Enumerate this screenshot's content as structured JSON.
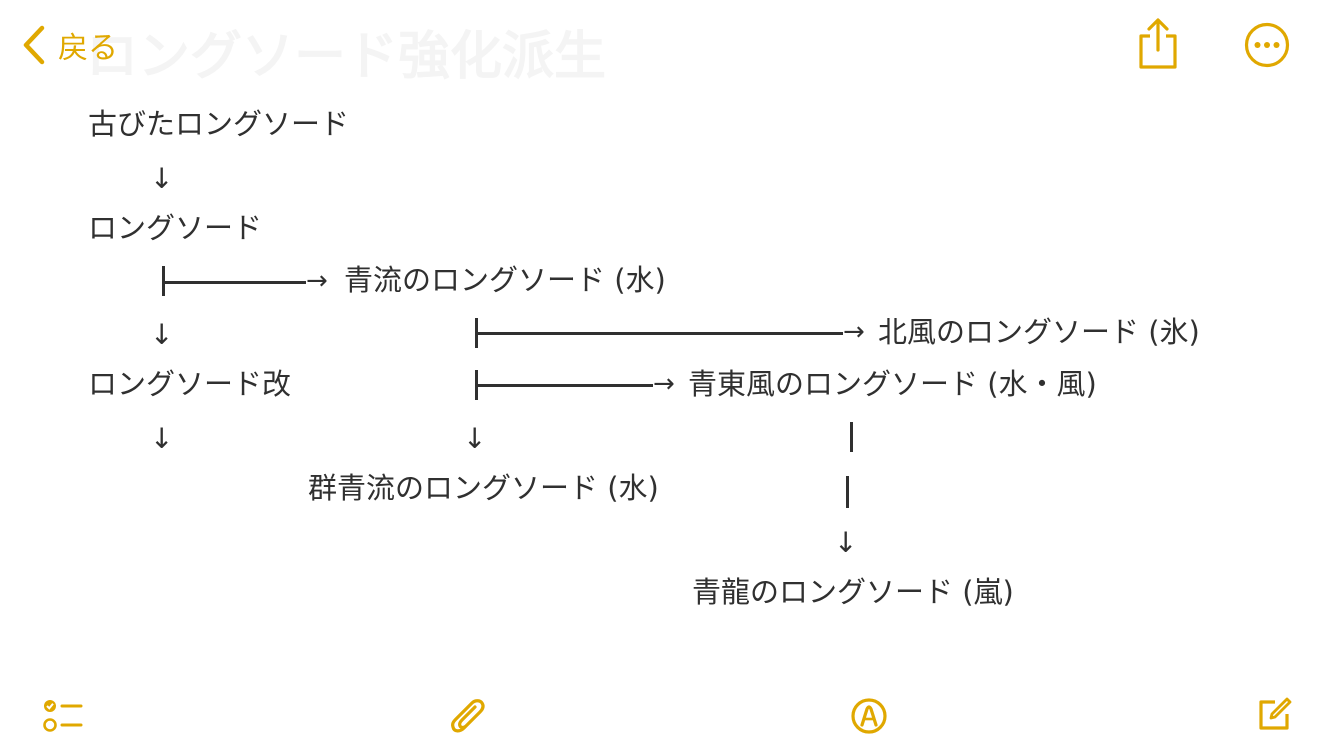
{
  "nav": {
    "back_label": "戻る",
    "ghost_title": "ロングソード強化派生"
  },
  "note": {
    "line1": "古びたロングソード",
    "line2": "ロングソード",
    "branch_water": "青流のロングソード (水)",
    "branch_ice": "北風のロングソード (氷)",
    "line3": "ロングソード改",
    "branch_water_wind": "青東風のロングソード (水・風)",
    "branch_deep_water": "群青流のロングソード (水)",
    "branch_storm": "青龍のロングソード (嵐)",
    "down_arrow": "↓"
  },
  "icons": {
    "back": "chevron-left-icon",
    "share": "share-icon",
    "more": "more-icon",
    "checklist": "checklist-icon",
    "attach": "paperclip-icon",
    "markup": "markup-pen-icon",
    "compose": "compose-icon"
  },
  "colors": {
    "accent": "#e0a800",
    "text": "#303030"
  }
}
